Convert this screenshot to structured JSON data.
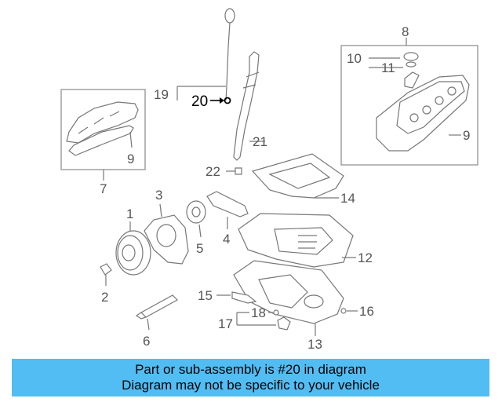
{
  "diagram": {
    "labels": {
      "l1": "1",
      "l2": "2",
      "l3": "3",
      "l4": "4",
      "l5": "5",
      "l6": "6",
      "l7": "7",
      "l8": "8",
      "l9a": "9",
      "l9b": "9",
      "l10": "10",
      "l11": "11",
      "l12": "12",
      "l13": "13",
      "l14": "14",
      "l15": "15",
      "l16": "16",
      "l17": "17",
      "l18": "18",
      "l19": "19",
      "l20": "20",
      "l21": "21",
      "l22": "22"
    },
    "highlight_color": "#000000",
    "part_color": "#777777"
  },
  "banner": {
    "line1": "Part or sub-assembly is #20 in diagram",
    "line2": "Diagram may not be specific to your vehicle",
    "background": "#52bdf2"
  }
}
